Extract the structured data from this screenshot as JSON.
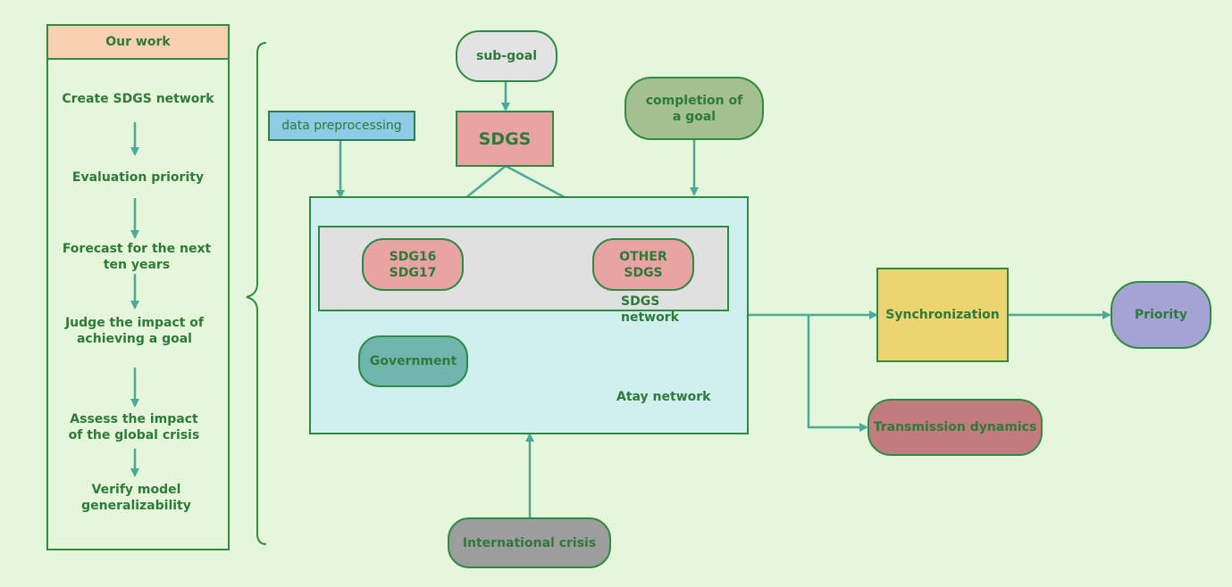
{
  "our_work": {
    "title": "Our work",
    "steps": [
      "Create SDGS network",
      "Evaluation priority",
      "Forecast for the next ten years",
      "Judge the impact of achieving a goal",
      "Assess the impact of the global crisis",
      "Verify model generalizability"
    ]
  },
  "nodes": {
    "sub_goal": "sub-goal",
    "sdgs": "SDGS",
    "data_preprocessing": "data preprocessing",
    "completion_of_goal": "completion of a goal",
    "sdg16_17": "SDG16 SDG17",
    "other_sdgs": "OTHER SDGS",
    "sdgs_network": "SDGS network",
    "government": "Government",
    "atay_network": "Atay network",
    "international_crisis": "International crisis",
    "synchronization": "Synchronization",
    "priority": "Priority",
    "transmission_dynamics": "Transmission dynamics"
  },
  "colors": {
    "background": "#e6f6da",
    "arrow": "#4aaa9a",
    "text": "#2d7a3a",
    "border": "#2e8b45"
  }
}
